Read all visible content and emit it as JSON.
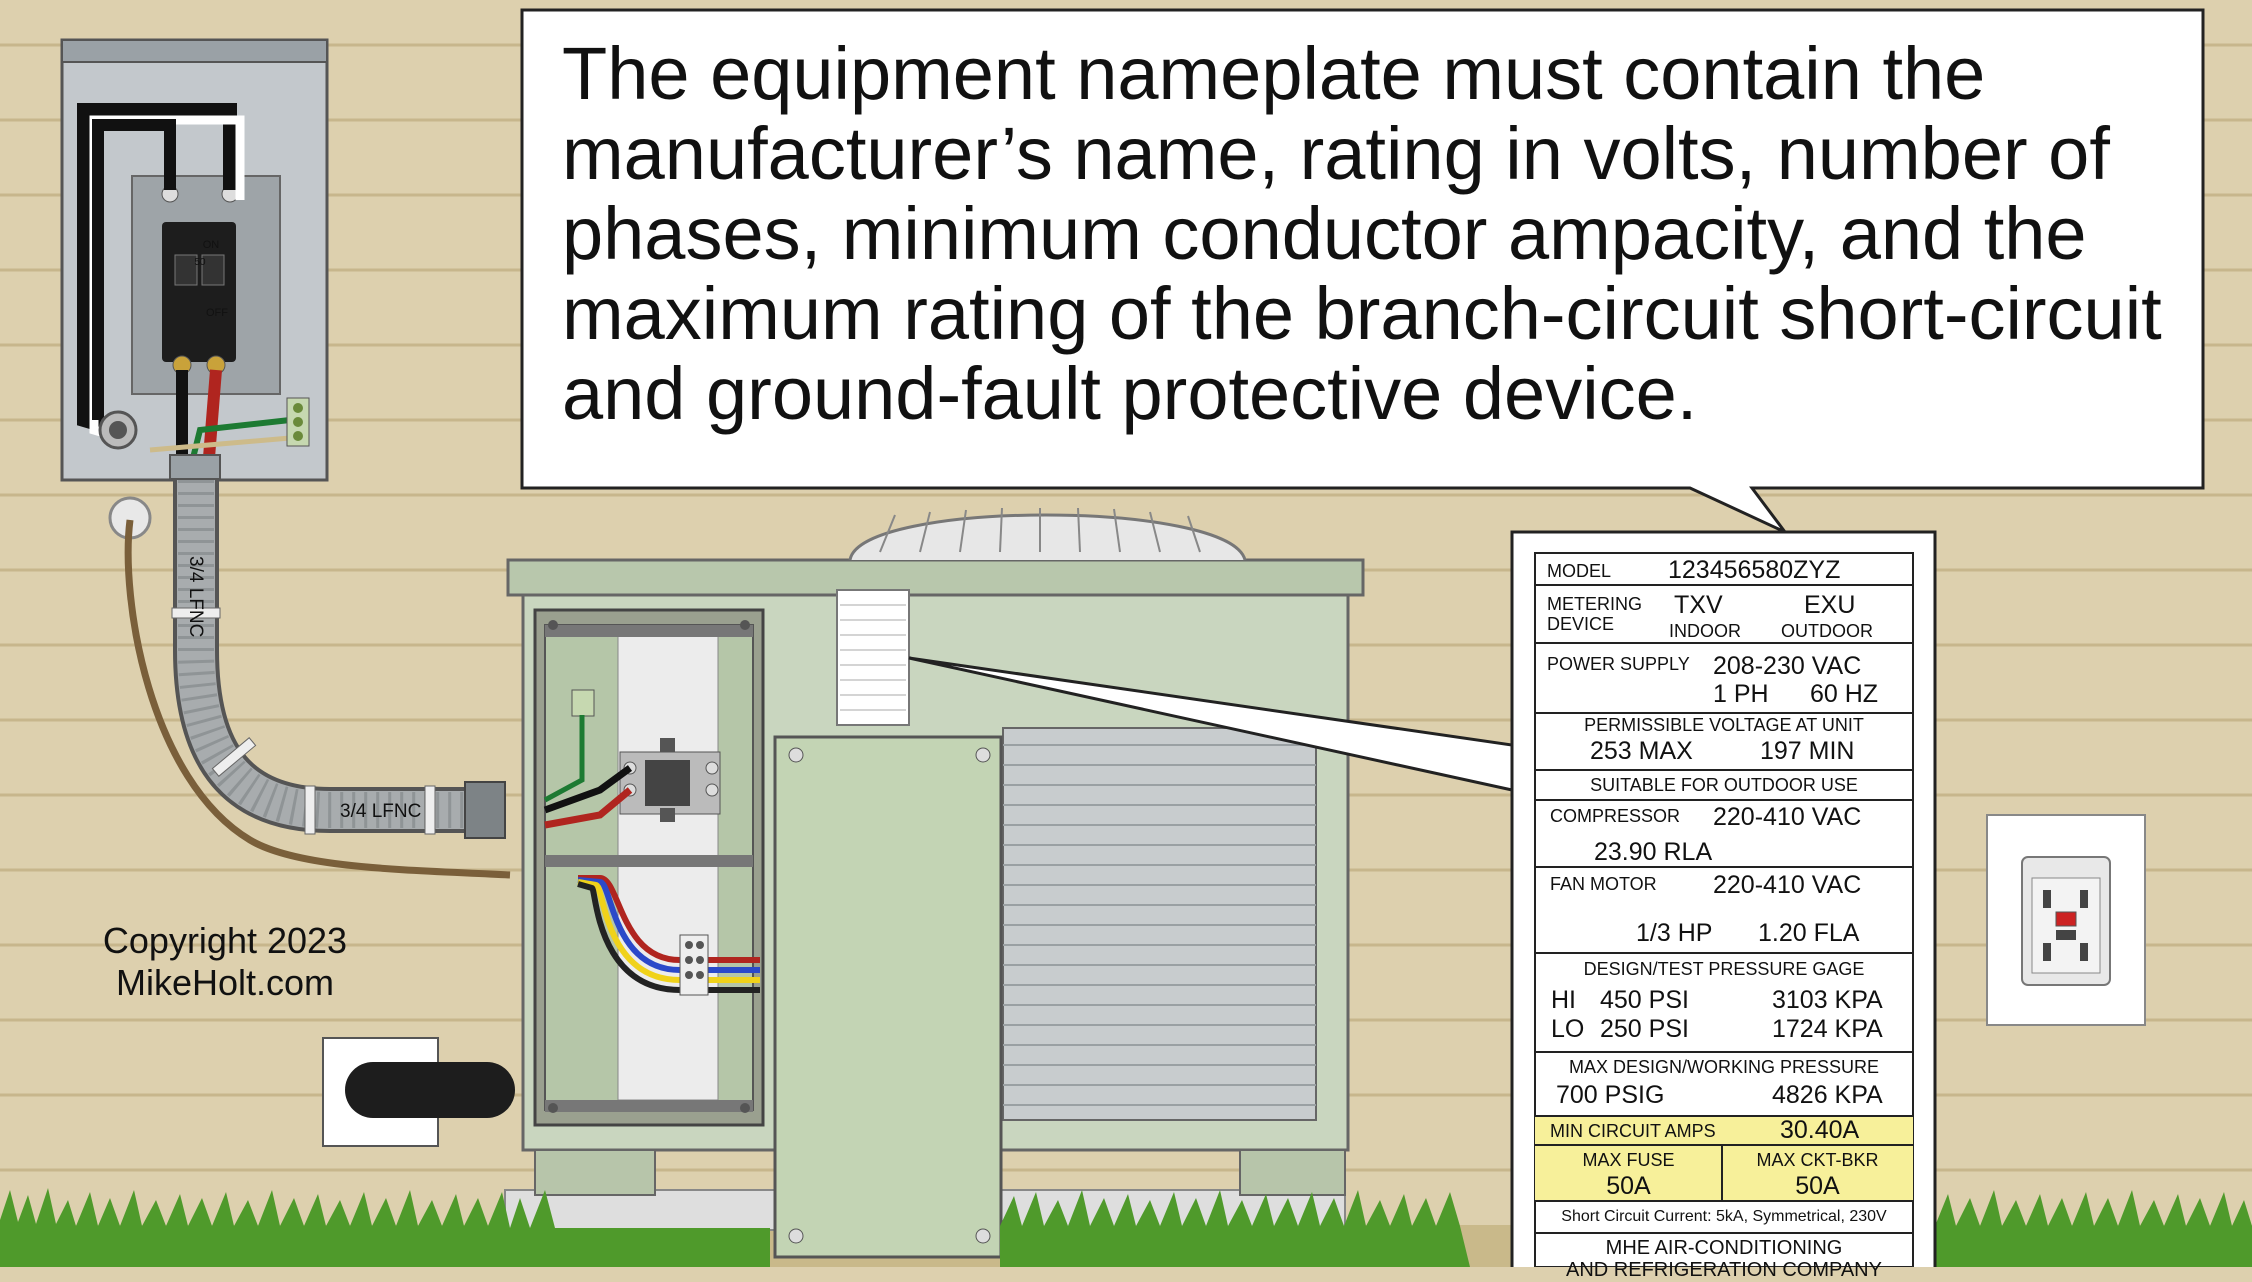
{
  "callout": {
    "text": "The equipment nameplate must contain the manufacturer’s name, rating in volts, number of phases, minimum conductor ampacity, and the maximum rating of the branch-circuit short-circuit and ground-fault protective device."
  },
  "copyright": {
    "line1": "Copyright 2023",
    "line2": "MikeHolt.com"
  },
  "conduit": {
    "label_vertical": "3/4 LFNC",
    "label_horizontal": "3/4 LFNC"
  },
  "disconnect": {
    "breaker_on": "ON",
    "breaker_rating": "50",
    "breaker_off": "OFF"
  },
  "nameplate": {
    "model_label": "MODEL",
    "model_value": "123456580ZYZ",
    "metering_label_1": "METERING",
    "metering_label_2": "DEVICE",
    "indoor_value": "TXV",
    "indoor_label": "INDOOR",
    "outdoor_value": "EXU",
    "outdoor_label": "OUTDOOR",
    "power_supply_label": "POWER SUPPLY",
    "power_supply_voltage": "208-230 VAC",
    "power_supply_phase": "1 PH",
    "power_supply_freq": "60 HZ",
    "permissible_label": "PERMISSIBLE VOLTAGE AT UNIT",
    "permissible_max": "253 MAX",
    "permissible_min": "197 MIN",
    "outdoor_use": "SUITABLE FOR OUTDOOR USE",
    "compressor_label": "COMPRESSOR",
    "compressor_voltage": "220-410 VAC",
    "compressor_rla": "23.90 RLA",
    "fan_label": "FAN MOTOR",
    "fan_voltage": "220-410 VAC",
    "fan_hp": "1/3 HP",
    "fan_fla": "1.20 FLA",
    "design_label": "DESIGN/TEST PRESSURE GAGE",
    "hi_label": "HI",
    "hi_psi": "450 PSI",
    "hi_kpa": "3103 KPA",
    "lo_label": "LO",
    "lo_psi": "250 PSI",
    "lo_kpa": "1724 KPA",
    "max_design_label": "MAX DESIGN/WORKING PRESSURE",
    "max_psig": "700 PSIG",
    "max_kpa": "4826 KPA",
    "min_circuit_label": "MIN CIRCUIT AMPS",
    "min_circuit_value": "30.40A",
    "max_fuse_label": "MAX FUSE",
    "max_fuse_value": "50A",
    "max_ckt_label": "MAX CKT-BKR",
    "max_ckt_value": "50A",
    "short_circuit": "Short Circuit Current: 5kA, Symmetrical, 230V",
    "manufacturer_1": "MHE AIR-CONDITIONING",
    "manufacturer_2": "AND REFRIGERATION COMPANY"
  },
  "colors": {
    "wall": "#ddd0ae",
    "siding_line": "#c9b98f",
    "unit_green": "#c9d6bf",
    "highlight_yellow": "#f7f09a",
    "grass": "#4f9a2b"
  }
}
